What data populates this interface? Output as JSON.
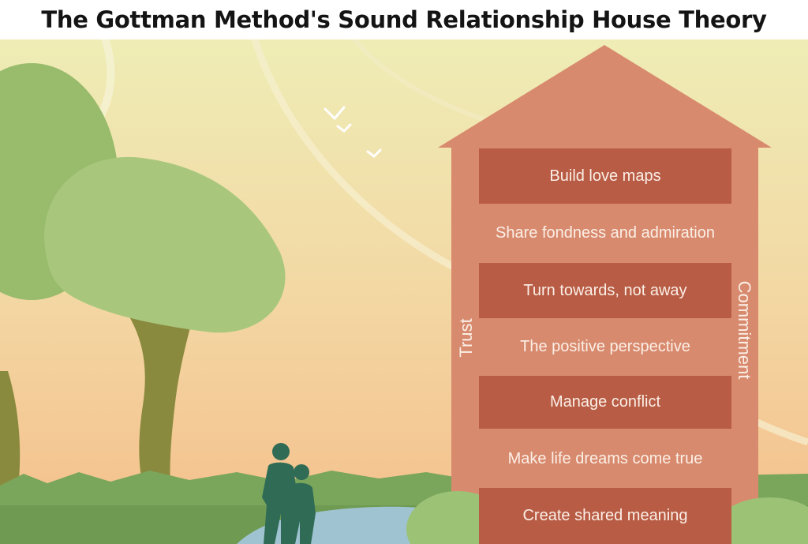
{
  "title": "The Gottman Method's Sound Relationship House Theory",
  "house": {
    "floors": [
      "Build love maps",
      "Share fondness and admiration",
      "Turn towards, not away",
      "The positive perspective",
      "Manage conflict",
      "Make life dreams come true",
      "Create shared meaning"
    ],
    "left_wall": "Trust",
    "right_wall": "Commitment"
  },
  "colors": {
    "house": "#d88a6e",
    "floor_band": "#b85c45",
    "label_text": "#fbefe6",
    "sky_top": "#eef0b8",
    "sky_bottom": "#f4c48e",
    "grass": "#7aa65c",
    "tree_foliage": "#a8c77c",
    "tree_trunk": "#8a8a3e",
    "path": "#9fc3d0",
    "people": "#2f6b55"
  },
  "icons": [
    "bird-icon",
    "tree-icon",
    "people-icon"
  ]
}
